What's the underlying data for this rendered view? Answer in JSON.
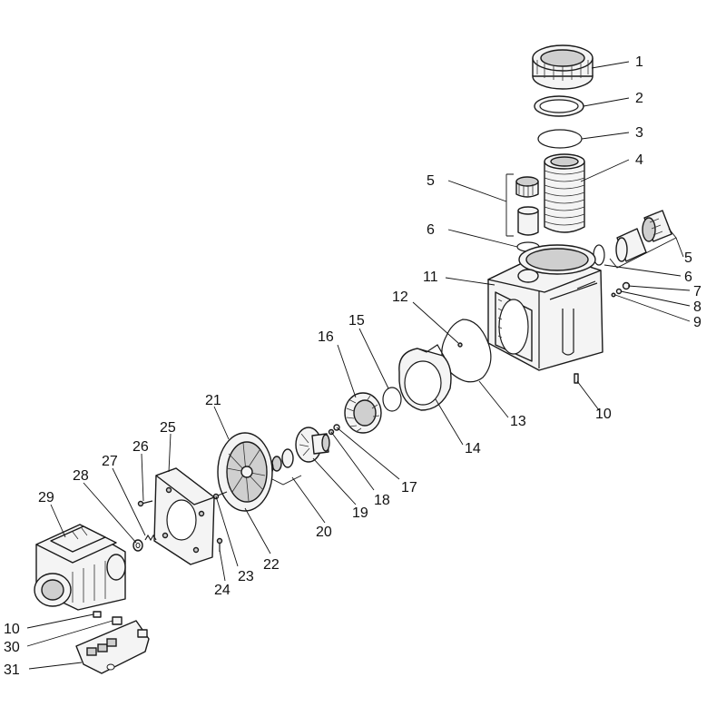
{
  "diagram": {
    "callouts": [
      {
        "id": "c1",
        "label": "1"
      },
      {
        "id": "c2",
        "label": "2"
      },
      {
        "id": "c3",
        "label": "3"
      },
      {
        "id": "c4",
        "label": "4"
      },
      {
        "id": "c5a",
        "label": "5"
      },
      {
        "id": "c5b",
        "label": "5"
      },
      {
        "id": "c6a",
        "label": "6"
      },
      {
        "id": "c6b",
        "label": "6"
      },
      {
        "id": "c7",
        "label": "7"
      },
      {
        "id": "c8",
        "label": "8"
      },
      {
        "id": "c9",
        "label": "9"
      },
      {
        "id": "c10a",
        "label": "10"
      },
      {
        "id": "c10b",
        "label": "10"
      },
      {
        "id": "c11",
        "label": "11"
      },
      {
        "id": "c12",
        "label": "12"
      },
      {
        "id": "c13",
        "label": "13"
      },
      {
        "id": "c14",
        "label": "14"
      },
      {
        "id": "c15",
        "label": "15"
      },
      {
        "id": "c16",
        "label": "16"
      },
      {
        "id": "c17",
        "label": "17"
      },
      {
        "id": "c18",
        "label": "18"
      },
      {
        "id": "c19",
        "label": "19"
      },
      {
        "id": "c20",
        "label": "20"
      },
      {
        "id": "c21",
        "label": "21"
      },
      {
        "id": "c22",
        "label": "22"
      },
      {
        "id": "c23",
        "label": "23"
      },
      {
        "id": "c24",
        "label": "24"
      },
      {
        "id": "c25",
        "label": "25"
      },
      {
        "id": "c26",
        "label": "26"
      },
      {
        "id": "c27",
        "label": "27"
      },
      {
        "id": "c28",
        "label": "28"
      },
      {
        "id": "c29",
        "label": "29"
      },
      {
        "id": "c30",
        "label": "30"
      },
      {
        "id": "c31",
        "label": "31"
      }
    ]
  }
}
